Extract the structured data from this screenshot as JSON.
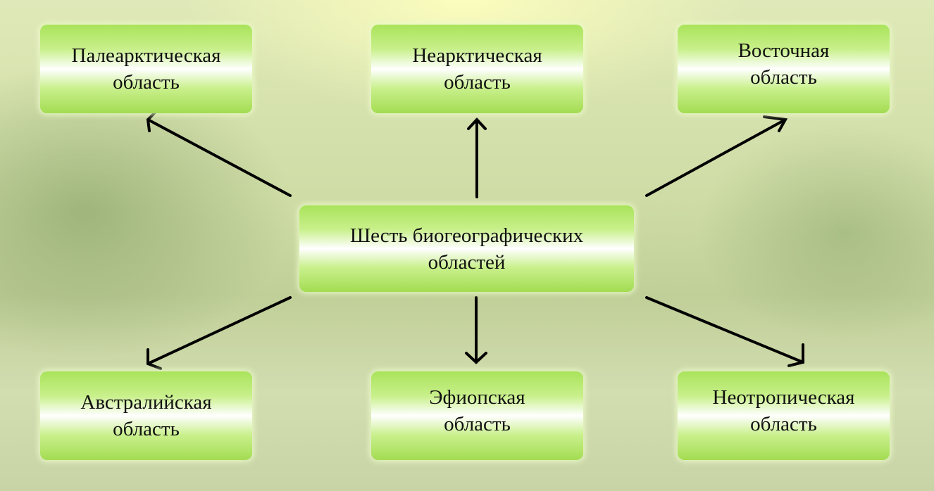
{
  "center": {
    "line1": "Шесть биогеографических",
    "line2": "областей"
  },
  "regions": [
    {
      "line1": "Палеарктическая",
      "line2": "область"
    },
    {
      "line1": "Неарктическая",
      "line2": "область"
    },
    {
      "line1": "Восточная",
      "line2": "область"
    },
    {
      "line1": "Австралийская",
      "line2": "область"
    },
    {
      "line1": "Эфиопская",
      "line2": "область"
    },
    {
      "line1": "Неотропическая",
      "line2": "область"
    }
  ]
}
